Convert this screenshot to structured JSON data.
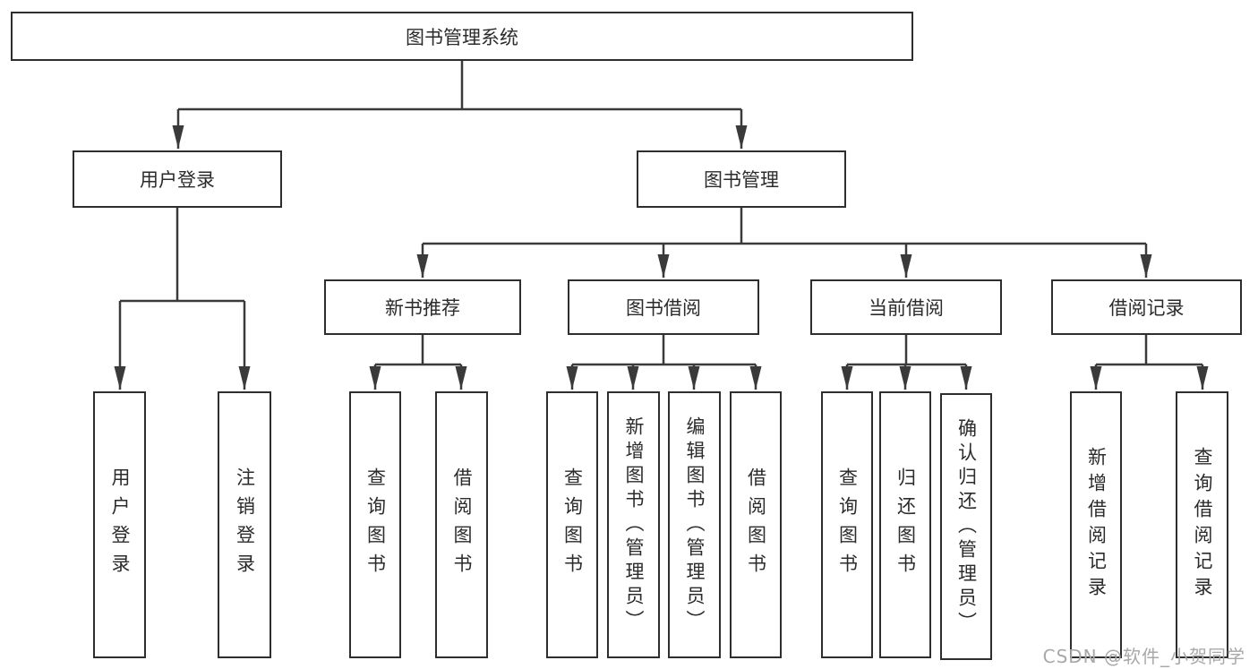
{
  "diagram": {
    "title": "图书管理系统",
    "watermark": "CSDN @软件_小贺同学",
    "colors": {
      "line": "#3a3a3a",
      "box_border": "#2e2e2e",
      "text": "#2b2b2b",
      "watermark": "#a8a8a8",
      "background": "#ffffff"
    }
  },
  "nodes": {
    "root": {
      "label": "图书管理系统"
    },
    "user_login": {
      "label": "用户登录"
    },
    "book_mgmt": {
      "label": "图书管理"
    },
    "new_book": {
      "label": "新书推荐"
    },
    "book_borrow": {
      "label": "图书借阅"
    },
    "current_borrow": {
      "label": "当前借阅"
    },
    "borrow_record": {
      "label": "借阅记录"
    },
    "leaf_user_login": {
      "label": "用户登录"
    },
    "leaf_logout": {
      "label": "注销登录"
    },
    "leaf_nb_query": {
      "label": "查询图书"
    },
    "leaf_nb_borrow": {
      "label": "借阅图书"
    },
    "leaf_bb_query": {
      "label": "查询图书"
    },
    "leaf_bb_add": {
      "label": "新增图书（管理员）"
    },
    "leaf_bb_edit": {
      "label": "编辑图书（管理员）"
    },
    "leaf_bb_borrow": {
      "label": "借阅图书"
    },
    "leaf_cb_query": {
      "label": "查询图书"
    },
    "leaf_cb_return": {
      "label": "归还图书"
    },
    "leaf_cb_confirm": {
      "label": "确认归还（管理员）"
    },
    "leaf_br_add": {
      "label": "新增借阅记录"
    },
    "leaf_br_query": {
      "label": "查询借阅记录"
    }
  },
  "hierarchy": {
    "root": "图书管理系统",
    "children": [
      {
        "label": "用户登录",
        "children": [
          "用户登录",
          "注销登录"
        ]
      },
      {
        "label": "图书管理",
        "children": [
          {
            "label": "新书推荐",
            "children": [
              "查询图书",
              "借阅图书"
            ]
          },
          {
            "label": "图书借阅",
            "children": [
              "查询图书",
              "新增图书（管理员）",
              "编辑图书（管理员）",
              "借阅图书"
            ]
          },
          {
            "label": "当前借阅",
            "children": [
              "查询图书",
              "归还图书",
              "确认归还（管理员）"
            ]
          },
          {
            "label": "借阅记录",
            "children": [
              "新增借阅记录",
              "查询借阅记录"
            ]
          }
        ]
      }
    ]
  }
}
